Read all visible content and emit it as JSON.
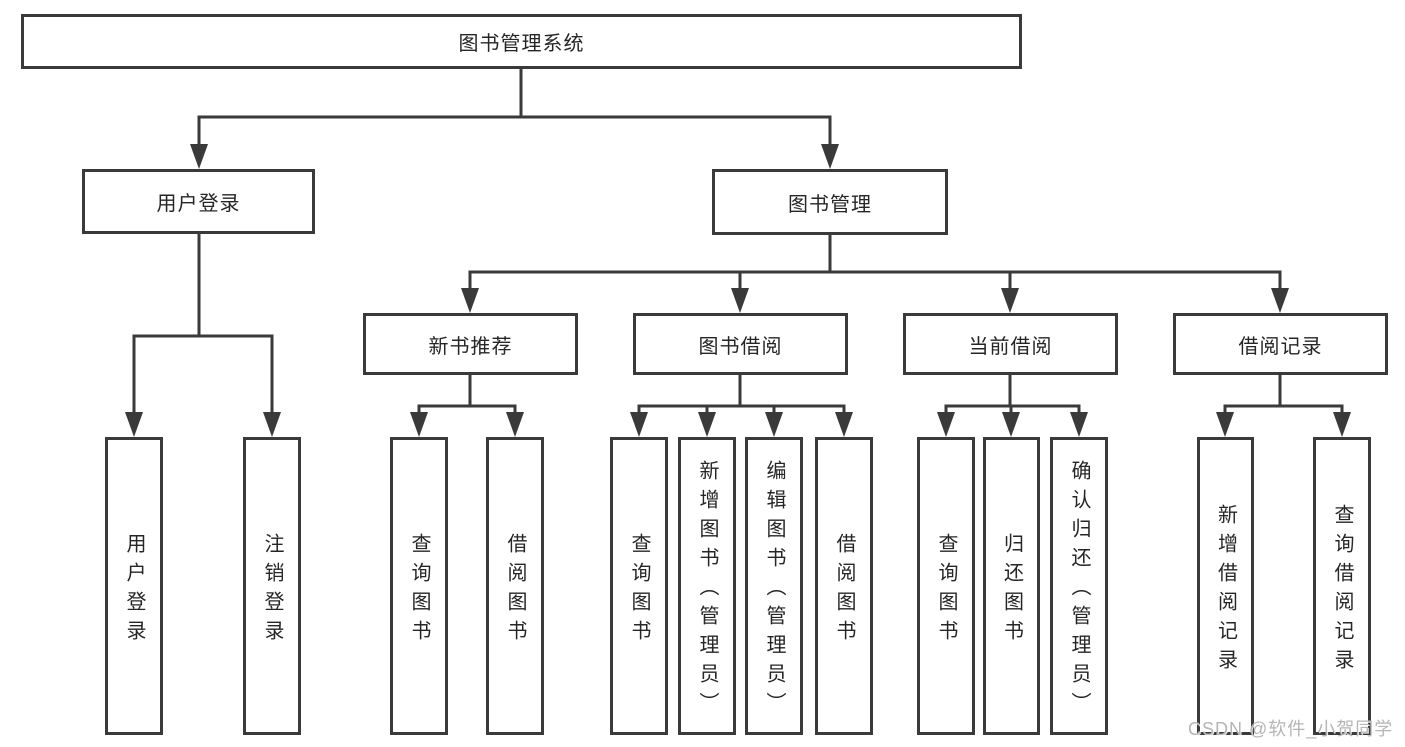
{
  "diagram": {
    "type": "hierarchy-tree",
    "colors": {
      "line": "#3a3a3a",
      "box_border": "#3a3a3a",
      "box_fill": "#ffffff",
      "text": "#262626",
      "background": "#ffffff",
      "watermark": "#b5b5b5"
    },
    "tree": {
      "label": "图书管理系统",
      "children": [
        {
          "label": "用户登录",
          "children": [
            {
              "label": "用户登录"
            },
            {
              "label": "注销登录"
            }
          ]
        },
        {
          "label": "图书管理",
          "children": [
            {
              "label": "新书推荐",
              "children": [
                {
                  "label": "查询图书"
                },
                {
                  "label": "借阅图书"
                }
              ]
            },
            {
              "label": "图书借阅",
              "children": [
                {
                  "label": "查询图书"
                },
                {
                  "label": "新增图书（管理员）"
                },
                {
                  "label": "编辑图书（管理员）"
                },
                {
                  "label": "借阅图书"
                }
              ]
            },
            {
              "label": "当前借阅",
              "children": [
                {
                  "label": "查询图书"
                },
                {
                  "label": "归还图书"
                },
                {
                  "label": "确认归还（管理员）"
                }
              ]
            },
            {
              "label": "借阅记录",
              "children": [
                {
                  "label": "新增借阅记录"
                },
                {
                  "label": "查询借阅记录"
                }
              ]
            }
          ]
        }
      ]
    },
    "watermark": {
      "text": "CSDN @软件_小贺同学"
    }
  }
}
